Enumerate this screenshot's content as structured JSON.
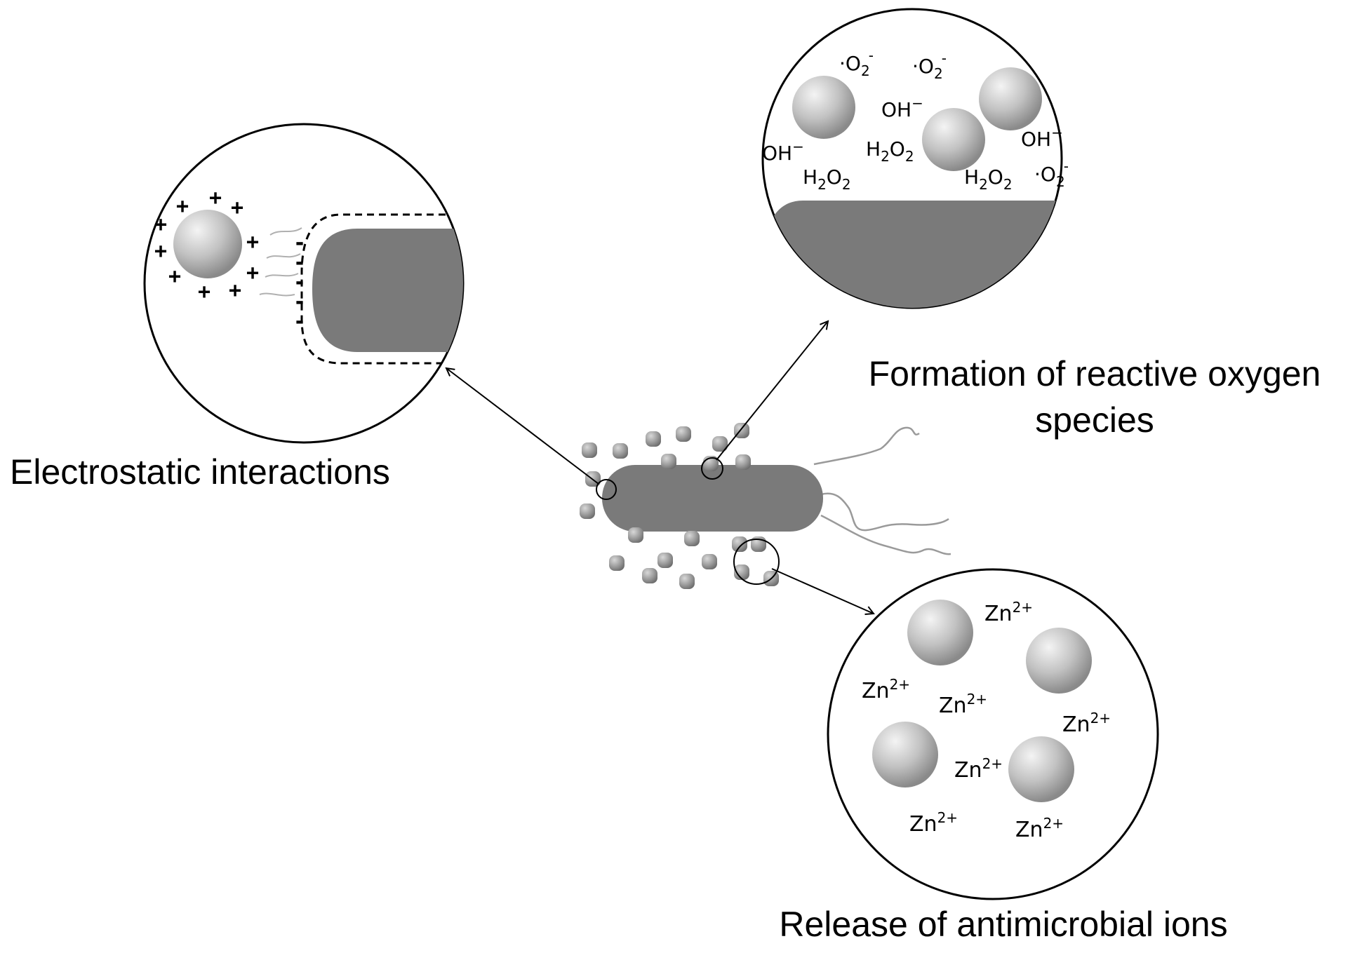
{
  "captions": {
    "electrostatic": "Electrostatic interactions",
    "ros_line1": "Formation of reactive oxygen",
    "ros_line2": "species",
    "ions": "Release of antimicrobial ions"
  },
  "ros_panel": {
    "superoxide_a": {
      "base": "O",
      "sub": "2",
      "sup": "-",
      "prefix": "·"
    },
    "superoxide_b": {
      "base": "O",
      "sub": "2",
      "sup": "-",
      "prefix": "·"
    },
    "superoxide_c": {
      "base": "O",
      "sub": "2",
      "sup": "-",
      "prefix": "·"
    },
    "hydroxyl": {
      "base": "OH",
      "sup": "−"
    },
    "peroxide": {
      "h": "H",
      "h_sub": "2",
      "o": "O",
      "o_sub": "2"
    }
  },
  "ion_panel": {
    "zinc": {
      "base": "Zn",
      "sup": "2+"
    }
  },
  "electrostatic_panel": {
    "positive_sign": "+",
    "negative_sign": "-"
  },
  "colors": {
    "cell": "#7a7a7a",
    "particle": "#bdbdbd",
    "outline": "#000000"
  }
}
